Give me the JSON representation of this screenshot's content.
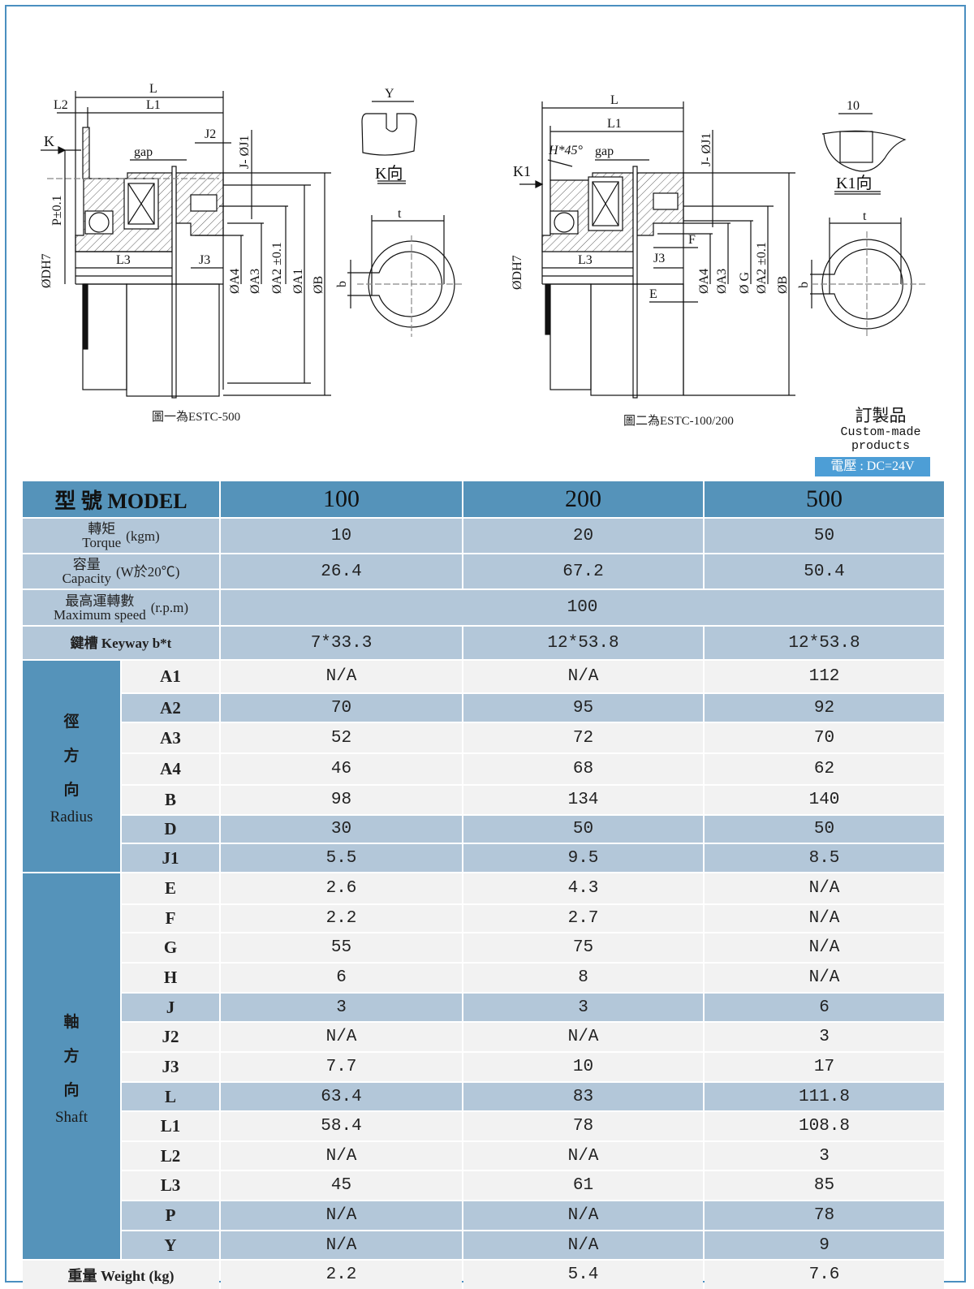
{
  "drawing1": {
    "labels": {
      "L": "L",
      "L1": "L1",
      "L2": "L2",
      "K": "K",
      "gap": "gap",
      "J2": "J2",
      "J_J1": "J- ØJ1",
      "P": "P±0.1",
      "DH7": "ØDH7",
      "L3": "L3",
      "J3": "J3",
      "A4": "ØA4",
      "A3": "ØA3",
      "A2": "ØA2 ±0.1",
      "A1": "ØA1",
      "B": "ØB"
    },
    "view_label": "K向",
    "view_dim": "Y",
    "key_t": "t",
    "key_b": "b",
    "caption": "圖一為ESTC-500"
  },
  "drawing2": {
    "labels": {
      "L": "L",
      "L1": "L1",
      "K1": "K1",
      "H": "H*45°",
      "gap": "gap",
      "J_J1": "J- ØJ1",
      "F": "F",
      "DH7": "ØDH7",
      "L3": "L3",
      "J3": "J3",
      "E": "E",
      "A4": "ØA4",
      "A3": "ØA3",
      "G": "Ø G",
      "A2": "ØA2 ±0.1",
      "B": "ØB"
    },
    "view_label": "K1向",
    "view_dim": "10",
    "key_t": "t",
    "key_b": "b",
    "caption": "圖二為ESTC-100/200"
  },
  "custom": {
    "zh": "訂製品",
    "en1": "Custom-made",
    "en2": "products"
  },
  "voltage": "電壓 : DC=24V",
  "colors": {
    "header": "#5593ba",
    "shade": "#b3c7d9",
    "light": "#f2f2f2",
    "badge": "#4d9ed6"
  },
  "table": {
    "header": {
      "label": "型 號  MODEL",
      "models": [
        "100",
        "200",
        "500"
      ]
    },
    "torque": {
      "zh": "轉矩",
      "en": "Torque",
      "unit": "(kgm)",
      "values": [
        "10",
        "20",
        "50"
      ]
    },
    "capacity": {
      "zh": "容量",
      "en": "Capacity",
      "unit": "(W於20℃)",
      "values": [
        "26.4",
        "67.2",
        "50.4"
      ]
    },
    "max_speed": {
      "zh": "最高運轉數",
      "en": "Maximum speed",
      "unit": "(r.p.m)",
      "value": "100"
    },
    "keyway": {
      "label": "鍵槽 Keyway b*t",
      "values": [
        "7*33.3",
        "12*53.8",
        "12*53.8"
      ]
    },
    "radius_group": {
      "zh": [
        "徑",
        "方",
        "向"
      ],
      "en": "Radius"
    },
    "shaft_group": {
      "zh": [
        "軸",
        "方",
        "向"
      ],
      "en": "Shaft"
    },
    "rows": [
      {
        "param": "A1",
        "values": [
          "N/A",
          "N/A",
          "112"
        ],
        "shade": false
      },
      {
        "param": "A2",
        "values": [
          "70",
          "95",
          "92"
        ],
        "shade": true
      },
      {
        "param": "A3",
        "values": [
          "52",
          "72",
          "70"
        ],
        "shade": false
      },
      {
        "param": "A4",
        "values": [
          "46",
          "68",
          "62"
        ],
        "shade": false
      },
      {
        "param": "B",
        "values": [
          "98",
          "134",
          "140"
        ],
        "shade": false
      },
      {
        "param": "D",
        "values": [
          "30",
          "50",
          "50"
        ],
        "shade": true
      },
      {
        "param": "J1",
        "values": [
          "5.5",
          "9.5",
          "8.5"
        ],
        "shade": true
      },
      {
        "param": "E",
        "values": [
          "2.6",
          "4.3",
          "N/A"
        ],
        "shade": false
      },
      {
        "param": "F",
        "values": [
          "2.2",
          "2.7",
          "N/A"
        ],
        "shade": false
      },
      {
        "param": "G",
        "values": [
          "55",
          "75",
          "N/A"
        ],
        "shade": false
      },
      {
        "param": "H",
        "values": [
          "6",
          "8",
          "N/A"
        ],
        "shade": false
      },
      {
        "param": "J",
        "values": [
          "3",
          "3",
          "6"
        ],
        "shade": true
      },
      {
        "param": "J2",
        "values": [
          "N/A",
          "N/A",
          "3"
        ],
        "shade": false
      },
      {
        "param": "J3",
        "values": [
          "7.7",
          "10",
          "17"
        ],
        "shade": false
      },
      {
        "param": "L",
        "values": [
          "63.4",
          "83",
          "111.8"
        ],
        "shade": true
      },
      {
        "param": "L1",
        "values": [
          "58.4",
          "78",
          "108.8"
        ],
        "shade": false
      },
      {
        "param": "L2",
        "values": [
          "N/A",
          "N/A",
          "3"
        ],
        "shade": false
      },
      {
        "param": "L3",
        "values": [
          "45",
          "61",
          "85"
        ],
        "shade": false
      },
      {
        "param": "P",
        "values": [
          "N/A",
          "N/A",
          "78"
        ],
        "shade": true
      },
      {
        "param": "Y",
        "values": [
          "N/A",
          "N/A",
          "9"
        ],
        "shade": true
      }
    ],
    "weight": {
      "label": "重量 Weight (kg)",
      "values": [
        "2.2",
        "5.4",
        "7.6"
      ]
    }
  }
}
